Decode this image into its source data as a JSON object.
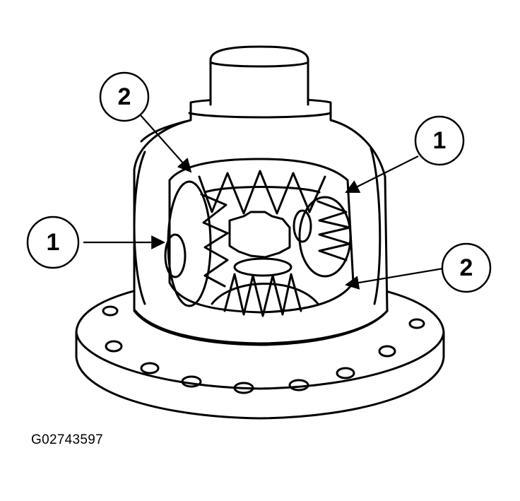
{
  "figure": {
    "code": "G02743597",
    "callouts": [
      {
        "id": "callout-left-1",
        "label": "1"
      },
      {
        "id": "callout-right-1",
        "label": "1"
      },
      {
        "id": "callout-top-2",
        "label": "2"
      },
      {
        "id": "callout-bottom-2",
        "label": "2"
      }
    ]
  }
}
